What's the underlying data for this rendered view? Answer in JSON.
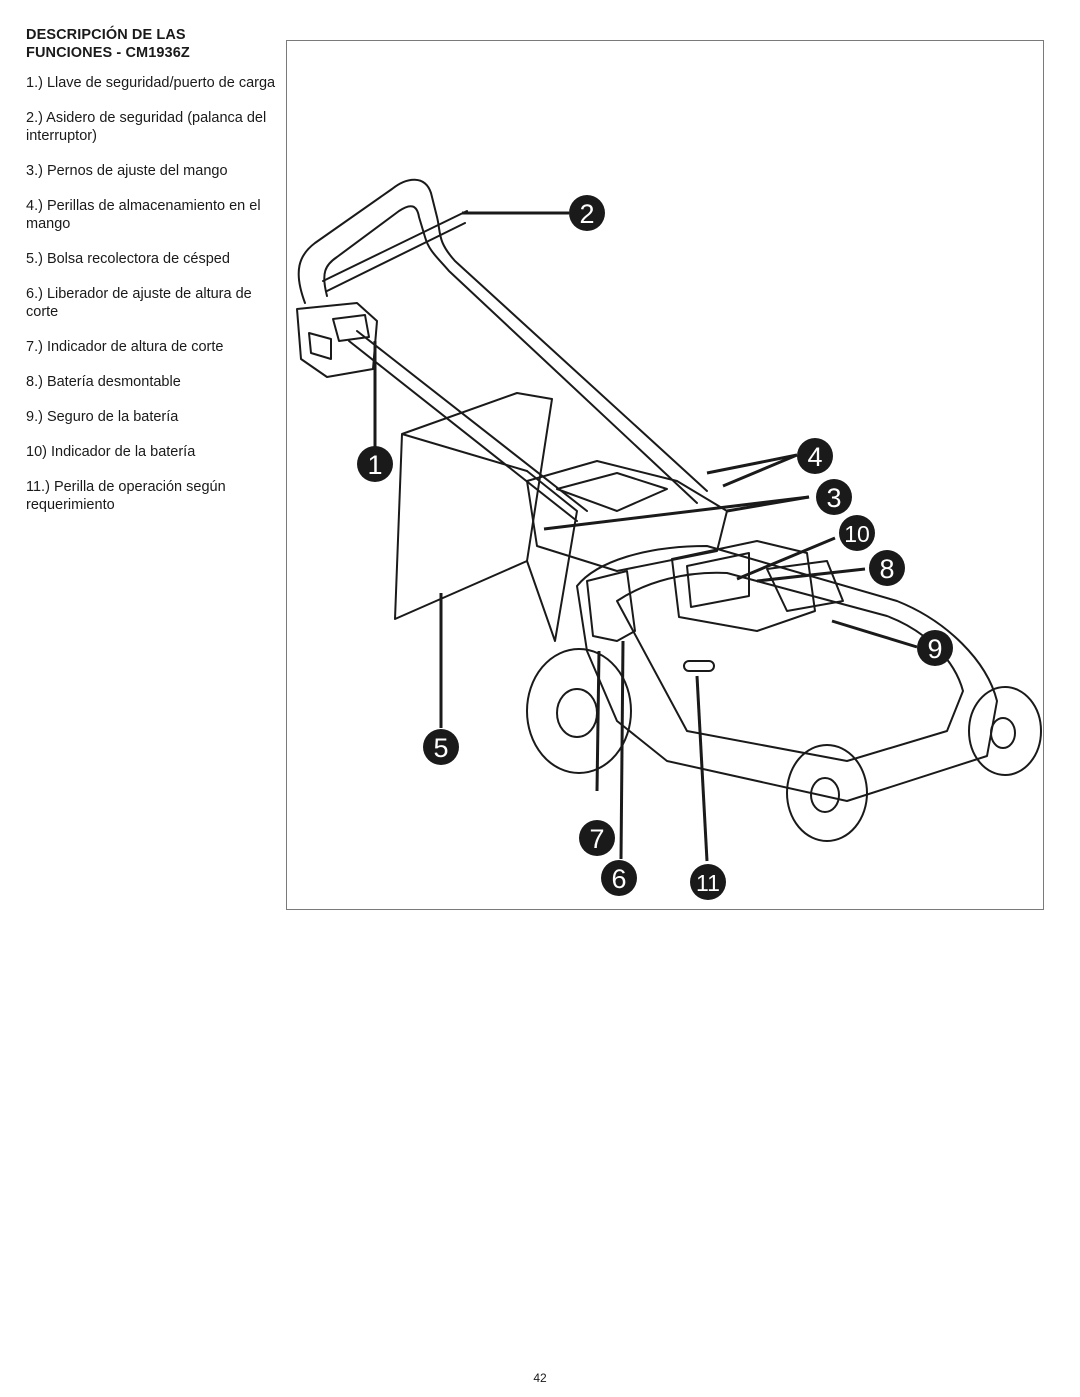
{
  "section": {
    "title_line1": "DESCRIPCIÓN DE LAS",
    "title_line2": "FUNCIONES - CM1936Z",
    "items": [
      "1.) Llave de seguridad/puerto de carga",
      "2.) Asidero de seguridad (palanca del interruptor)",
      "3.) Pernos de ajuste del mango",
      "4.) Perillas de almacenamiento en el mango",
      "5.) Bolsa recolectora de césped",
      "6.) Liberador de ajuste de altura de corte",
      "7.) Indicador de altura de corte",
      "8.) Batería desmontable",
      "9.) Seguro de la batería",
      "10) Indicador de la batería",
      "11.) Perilla de operación según requerimiento"
    ]
  },
  "figure": {
    "callouts": [
      "1",
      "2",
      "3",
      "4",
      "5",
      "6",
      "7",
      "8",
      "9",
      "10",
      "11"
    ],
    "colors": {
      "ink": "#1a1a1a",
      "callout_text": "#ffffff",
      "frame": "#7a7a7a"
    }
  },
  "page_number": "42"
}
